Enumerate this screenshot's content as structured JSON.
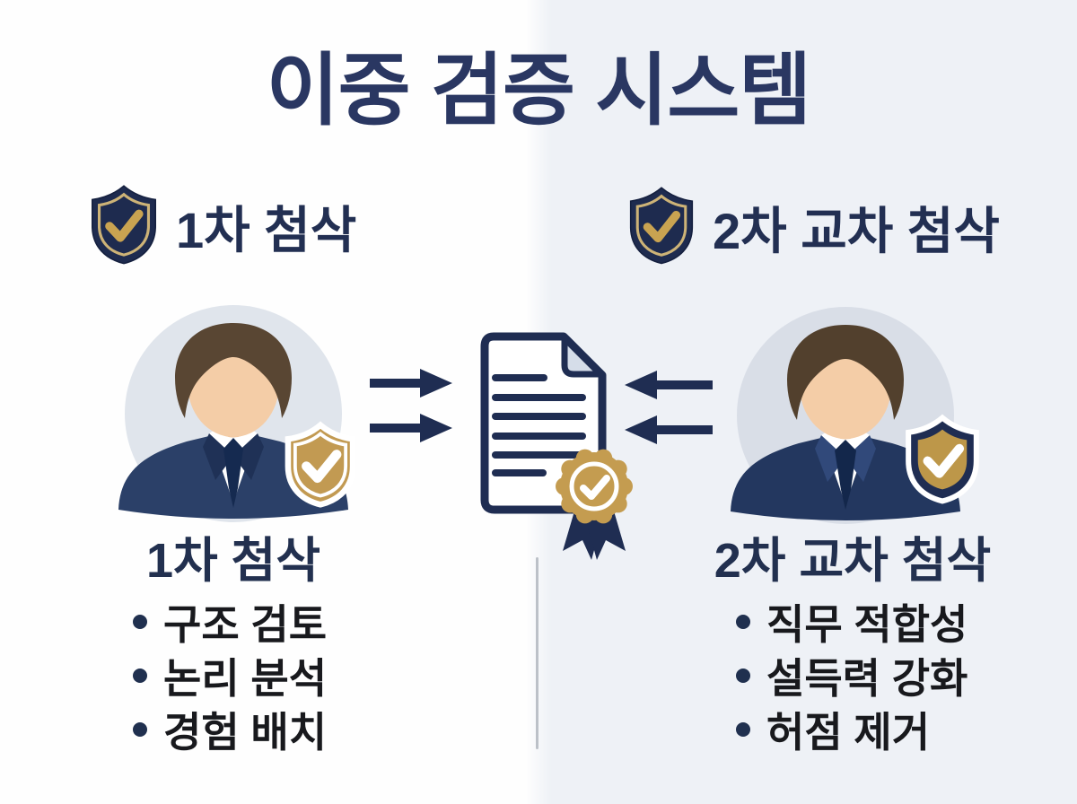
{
  "title": "이중 검증 시스템",
  "left_section": {
    "header_label": "1차 첨삭",
    "heading": "1차 첨삭",
    "items": [
      "구조 검토",
      "논리 분석",
      "경험 배치"
    ]
  },
  "right_section": {
    "header_label": "2차 교차 첨삭",
    "heading": "2차 교차 첨삭",
    "items": [
      "직무 적합성",
      "설득력 강화",
      "허점 제거"
    ]
  },
  "icons": {
    "left_header_icon": "shield-check-icon",
    "right_header_icon": "shield-check-icon",
    "left_avatar_badge": "gold-shield-check-badge",
    "right_avatar_badge": "navy-gold-shield-check-badge",
    "center_icon": "document-with-certified-seal",
    "arrows": "two-converging-arrow-pairs"
  },
  "colors": {
    "navy": "#1f2d52",
    "title_navy": "#2a3762",
    "heading_navy": "#22304f",
    "gold": "#c49c50",
    "bg_left": "#fefefe",
    "bg_right": "#eef1f6",
    "list_text": "#18191d",
    "divider": "#bcc1c8",
    "fold_fill": "#d5dde9"
  }
}
